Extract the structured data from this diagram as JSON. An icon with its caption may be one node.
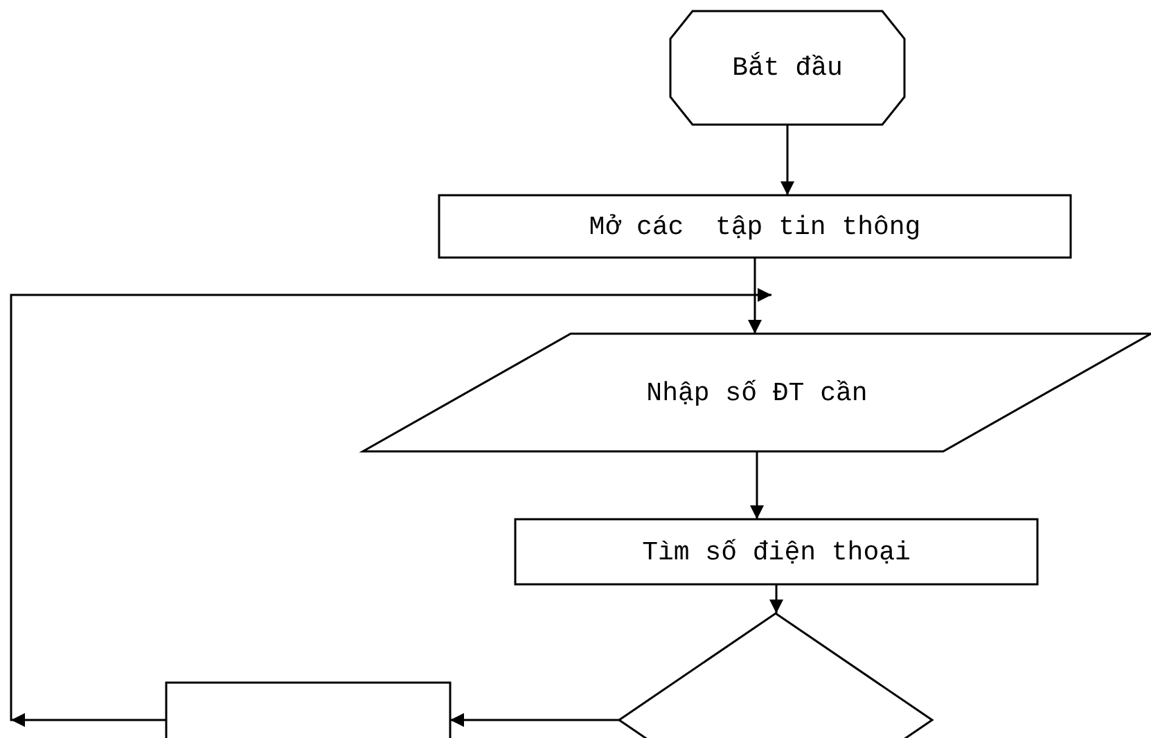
{
  "diagram": {
    "nodes": [
      {
        "text": [
          "Bắt đầu"
        ]
      },
      {
        "text": [
          "Mở các  tập tin thông"
        ]
      },
      {
        "text": [
          "Nhập số ĐT cần"
        ]
      },
      {
        "text": [
          "Tìm số điện thoại"
        ]
      },
      {
        "text": [],
        "shape": "diamond"
      },
      {
        "text": [],
        "shape": "box"
      }
    ],
    "edges": [
      {
        "from": 0,
        "to": 1,
        "arrow": "to"
      },
      {
        "from": 1,
        "to": 2,
        "arrow": "to"
      },
      {
        "from": 2,
        "to": 3,
        "arrow": "to"
      },
      {
        "from": 3,
        "to": 4,
        "arrow": "to"
      },
      {
        "from": 4,
        "to": 5,
        "arrow": "to"
      },
      {
        "from": 5,
        "to": 2,
        "arrow": "to"
      }
    ]
  }
}
